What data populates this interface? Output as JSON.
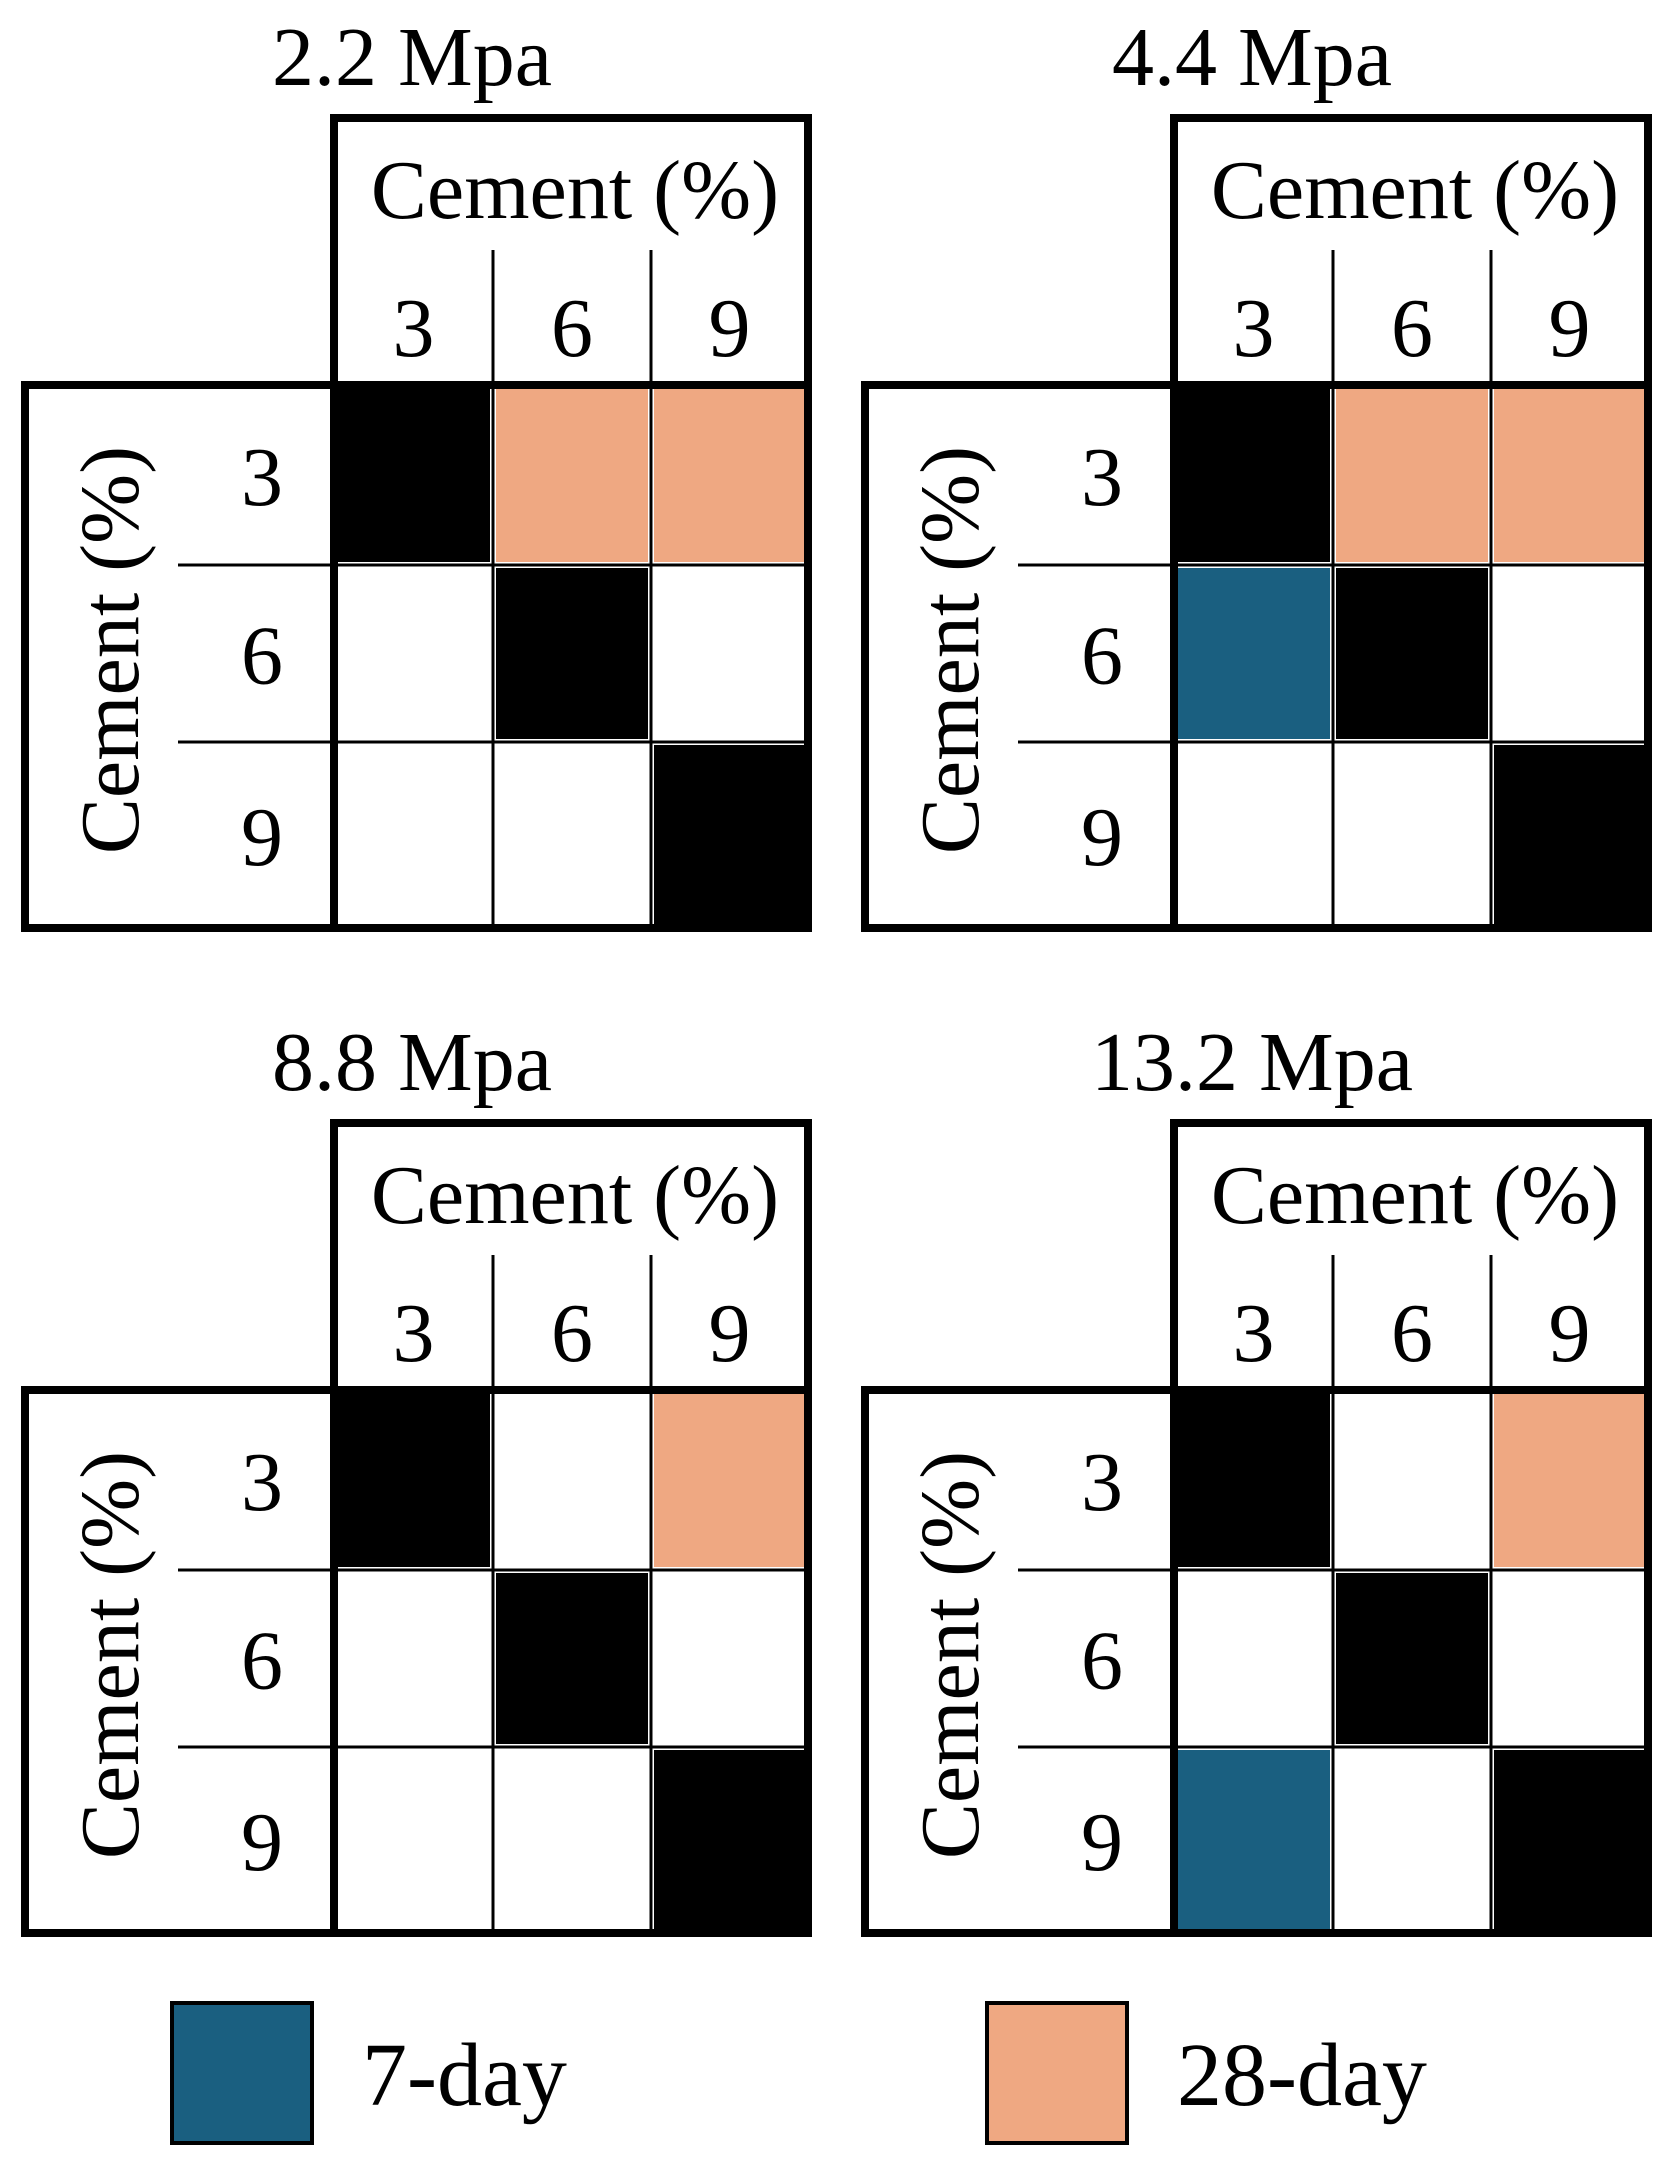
{
  "chart_data": {
    "type": "heatmap",
    "colors": {
      "diagonal": "#000000",
      "none": "#ffffff",
      "7-day": "#1a5f80",
      "28-day": "#efa882"
    },
    "panels": [
      {
        "title": "2.2 Mpa",
        "col_axis_label": "Cement (%)",
        "row_axis_label": "Cement (%)",
        "cols": [
          "3",
          "6",
          "9"
        ],
        "rows": [
          "3",
          "6",
          "9"
        ],
        "cells": [
          [
            "diagonal",
            "28-day",
            "28-day"
          ],
          [
            "none",
            "diagonal",
            "none"
          ],
          [
            "none",
            "none",
            "diagonal"
          ]
        ]
      },
      {
        "title": "4.4 Mpa",
        "col_axis_label": "Cement (%)",
        "row_axis_label": "Cement (%)",
        "cols": [
          "3",
          "6",
          "9"
        ],
        "rows": [
          "3",
          "6",
          "9"
        ],
        "cells": [
          [
            "diagonal",
            "28-day",
            "28-day"
          ],
          [
            "7-day",
            "diagonal",
            "none"
          ],
          [
            "none",
            "none",
            "diagonal"
          ]
        ]
      },
      {
        "title": "8.8 Mpa",
        "col_axis_label": "Cement (%)",
        "row_axis_label": "Cement (%)",
        "cols": [
          "3",
          "6",
          "9"
        ],
        "rows": [
          "3",
          "6",
          "9"
        ],
        "cells": [
          [
            "diagonal",
            "none",
            "28-day"
          ],
          [
            "none",
            "diagonal",
            "none"
          ],
          [
            "none",
            "none",
            "diagonal"
          ]
        ]
      },
      {
        "title": "13.2 Mpa",
        "col_axis_label": "Cement (%)",
        "row_axis_label": "Cement (%)",
        "cols": [
          "3",
          "6",
          "9"
        ],
        "rows": [
          "3",
          "6",
          "9"
        ],
        "cells": [
          [
            "diagonal",
            "none",
            "28-day"
          ],
          [
            "none",
            "diagonal",
            "none"
          ],
          [
            "7-day",
            "none",
            "diagonal"
          ]
        ]
      }
    ],
    "legend": [
      {
        "label": "7-day",
        "key": "7-day"
      },
      {
        "label": "28-day",
        "key": "28-day"
      }
    ]
  }
}
